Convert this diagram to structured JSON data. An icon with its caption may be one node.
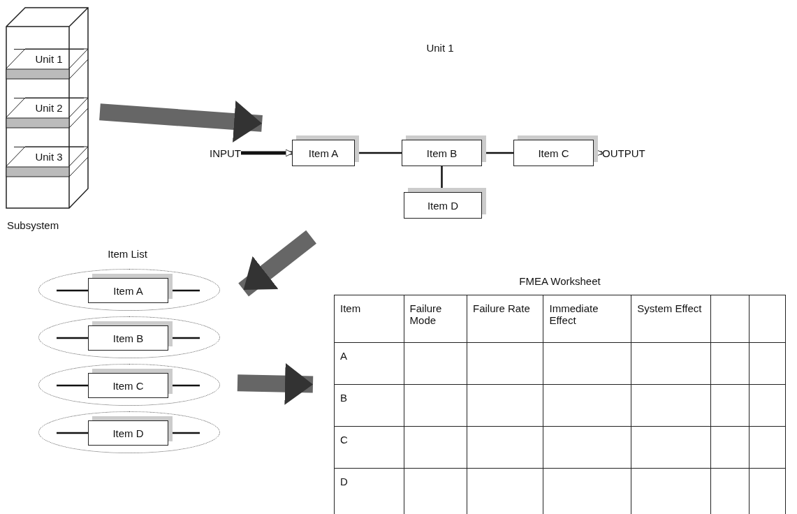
{
  "diagram": {
    "nodes": [
      {
        "text": [],
        "shape": "picture",
        "beside": [
          "Subsystem"
        ]
      },
      {
        "text": [
          "Unit 1"
        ],
        "in": 0
      },
      {
        "text": [
          "Unit 2"
        ],
        "in": 0
      },
      {
        "text": [
          "Unit 3"
        ],
        "in": 0
      },
      {
        "text": [
          "Unit 1"
        ]
      },
      {
        "text": [
          "INPUT"
        ]
      },
      {
        "text": [
          "Item A"
        ],
        "in": 4
      },
      {
        "text": [
          "Item B"
        ],
        "in": 4
      },
      {
        "text": [
          "Item C"
        ],
        "in": 4
      },
      {
        "text": [
          "OUTPUT"
        ]
      },
      {
        "text": [
          "Item D"
        ],
        "in": 4
      },
      {
        "text": [
          "Item List"
        ]
      },
      {
        "text": [],
        "shape": "ellipse",
        "in": 11
      },
      {
        "text": [
          "Item A"
        ],
        "in": 12
      },
      {
        "text": [],
        "shape": "ellipse",
        "in": 11
      },
      {
        "text": [
          "Item B"
        ],
        "in": 14
      },
      {
        "text": [],
        "shape": "ellipse",
        "in": 11
      },
      {
        "text": [
          "Item C"
        ],
        "in": 16
      },
      {
        "text": [],
        "shape": "ellipse",
        "in": 11
      },
      {
        "text": [
          "Item D"
        ],
        "in": 18
      },
      {
        "text": [
          "FMEA Worksheet"
        ]
      }
    ],
    "edges": [
      {
        "from": 0,
        "to": 4,
        "arrow": "to",
        "style": "thick"
      },
      {
        "from": 5,
        "to": 6,
        "arrow": "to"
      },
      {
        "from": 6,
        "to": 7,
        "arrow": "none"
      },
      {
        "from": 7,
        "to": 8,
        "arrow": "none"
      },
      {
        "from": 8,
        "to": 9,
        "arrow": "to"
      },
      {
        "from": 7,
        "to": 10,
        "arrow": "none"
      },
      {
        "from": 4,
        "to": 11,
        "arrow": "to",
        "style": "thick"
      },
      {
        "from": 11,
        "to": 20,
        "arrow": "to",
        "style": "thick"
      }
    ],
    "labels": [
      "Item",
      "Failure Mode",
      "Failure Rate",
      "Immediate Effect",
      "System Effect",
      "A",
      "B",
      "C",
      "D"
    ]
  }
}
